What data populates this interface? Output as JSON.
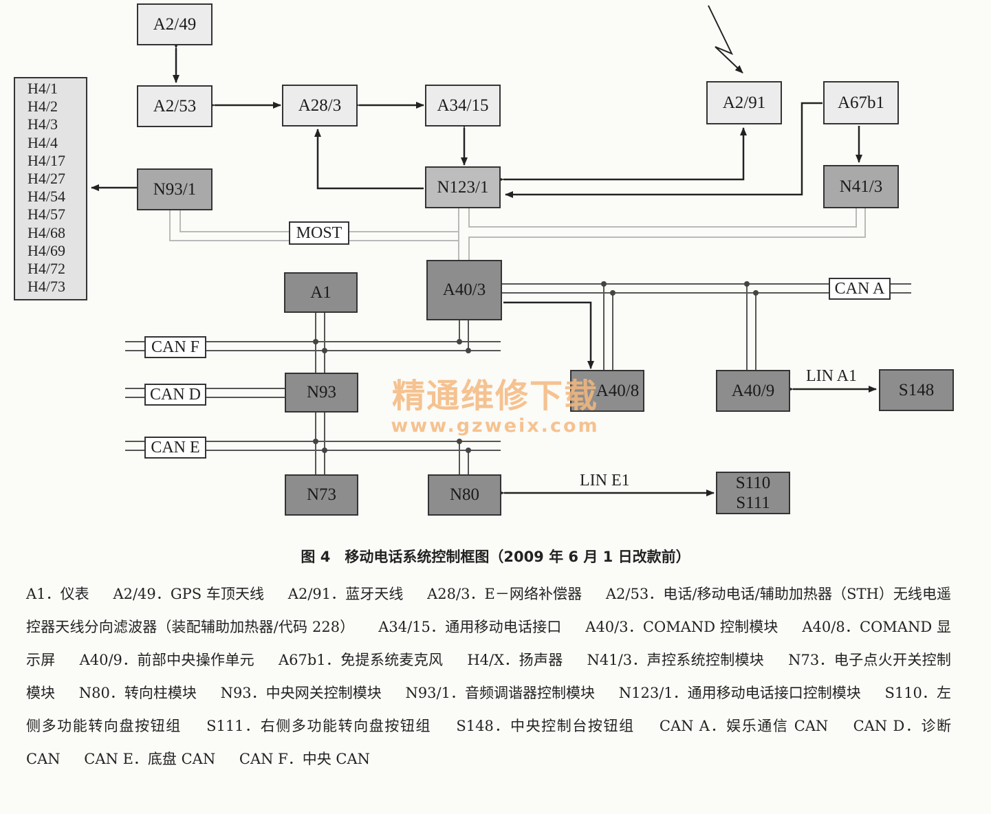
{
  "boxes": {
    "a2_49": "A2/49",
    "a2_53": "A2/53",
    "a28_3": "A28/3",
    "a34_15": "A34/15",
    "a2_91": "A2/91",
    "a67b1": "A67b1",
    "n93_1": "N93/1",
    "n123_1": "N123/1",
    "n41_3": "N41/3",
    "a40_3": "A40/3",
    "a1": "A1",
    "n93": "N93",
    "a40_8": "A40/8",
    "a40_9": "A40/9",
    "s148": "S148",
    "n73": "N73",
    "n80": "N80",
    "s110": "S110",
    "s111": "S111"
  },
  "speakers": [
    "H4/1",
    "H4/2",
    "H4/3",
    "H4/4",
    "H4/17",
    "H4/27",
    "H4/54",
    "H4/57",
    "H4/68",
    "H4/69",
    "H4/72",
    "H4/73"
  ],
  "bus_labels": {
    "most": "MOST",
    "can_a": "CAN A",
    "can_f": "CAN F",
    "can_d": "CAN D",
    "can_e": "CAN E",
    "lin_a1": "LIN A1",
    "lin_e1": "LIN E1"
  },
  "watermark": {
    "text": "精通维修下载",
    "url": "www.gzweix.com"
  },
  "caption": "图 4　移动电话系统控制框图（2009 年 6 月 1 日改款前）",
  "legend": [
    "A1．仪表",
    "A2/49．GPS 车顶天线",
    "A2/91．蓝牙天线",
    "A28/3．E－网络补偿器",
    "A2/53．电话/移动电话/辅助加热器（STH）无线电遥控器天线分向滤波器（装配辅助加热器/代码 228）",
    "A34/15．通用移动电话接口",
    "A40/3．COMAND 控制模块",
    "A40/8．COMAND 显示屏",
    "A40/9．前部中央操作单元",
    "A67b1．免提系统麦克风",
    "H4/X．扬声器",
    "N41/3．声控系统控制模块",
    "N73．电子点火开关控制模块",
    "N80．转向柱模块",
    "N93．中央网关控制模块",
    "N93/1．音频调谐器控制模块",
    "N123/1．通用移动电话接口控制模块",
    "S110．左侧多功能转向盘按钮组",
    "S111．右侧多功能转向盘按钮组",
    "S148．中央控制台按钮组",
    "CAN A．娱乐通信 CAN",
    "CAN D．诊断 CAN",
    "CAN E．底盘 CAN",
    "CAN F．中央 CAN"
  ]
}
